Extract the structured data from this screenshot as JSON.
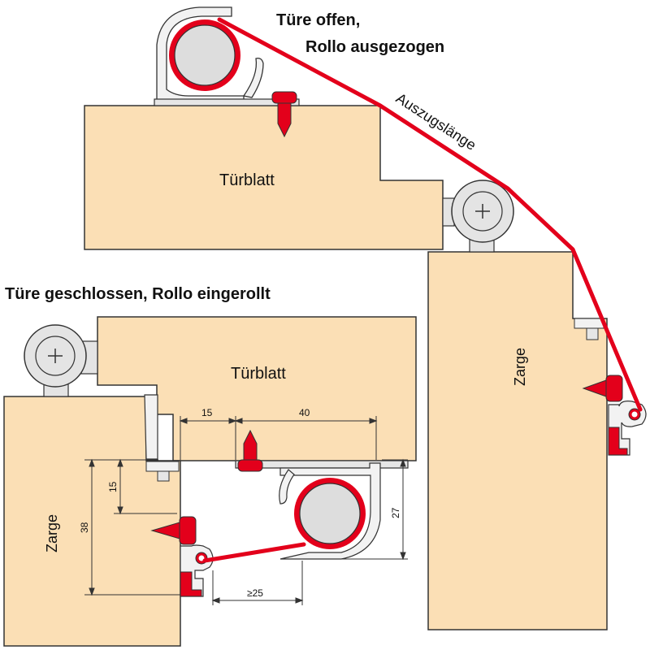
{
  "labels": {
    "open_line1": "Türe offen,",
    "open_line2": "Rollo ausgezogen",
    "extension_length": "Auszugslänge",
    "door_leaf_top": "Türblatt",
    "frame_right": "Zarge",
    "closed_caption": "Türe geschlossen, Rollo eingerollt",
    "door_leaf_bottom": "Türblatt",
    "frame_left": "Zarge"
  },
  "dimensions": {
    "d15_horizontal": "15",
    "d40_horizontal": "40",
    "d15_vertical": "15",
    "d38_vertical": "38",
    "d27_vertical": "27",
    "d25_min": "≥25"
  },
  "colors": {
    "wood": "#fbdfb5",
    "cable": "#e3001b",
    "metal_fill": "#e4e4e4",
    "outline": "#333333",
    "profile": "#f2f2f2"
  }
}
